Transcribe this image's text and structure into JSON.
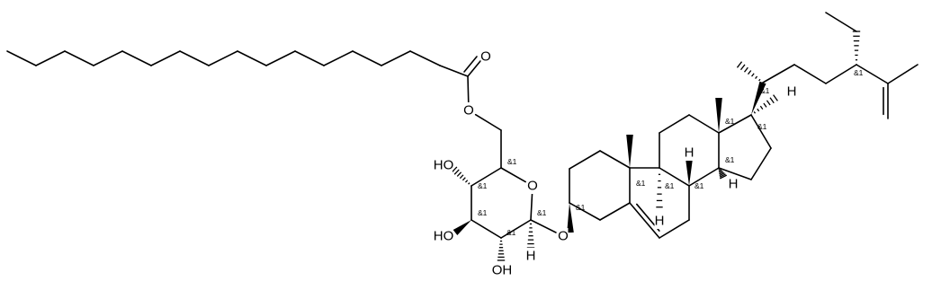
{
  "molecule": {
    "atom_labels": {
      "ester_carbonyl_oxygen": "O",
      "ester_oxygen": "O",
      "ring_oxygen": "O",
      "glycosidic_oxygen": "O",
      "hydroxyl_c4": "HO",
      "hydroxyl_c3": "HO",
      "hydroxyl_c2": "OH",
      "h_anomeric": "H",
      "h_c9": "H",
      "h_c8": "H",
      "h_c14": "H",
      "h_c17": "H"
    },
    "stereo_marker": "&1",
    "stereo_centers": [
      "c24",
      "c20",
      "c17",
      "c13",
      "c14",
      "c8",
      "c9",
      "c10",
      "c3",
      "sugar_c5",
      "sugar_c4",
      "sugar_c3",
      "sugar_c2",
      "sugar_c1"
    ]
  }
}
